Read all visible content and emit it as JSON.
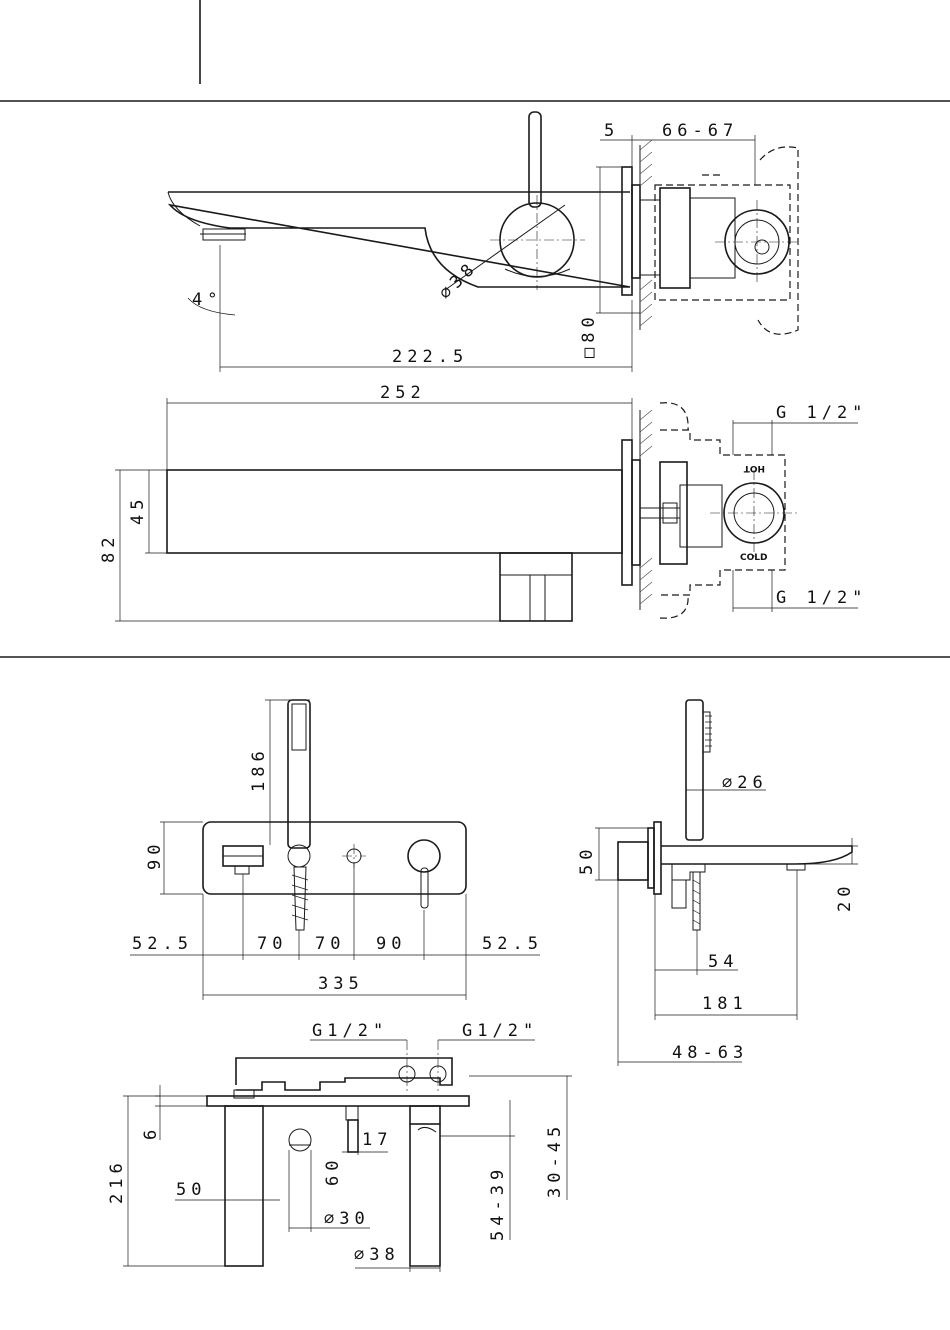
{
  "view_side": {
    "d_ret": "5",
    "d_body": "66-67",
    "d_handle": "∅38",
    "d_angle": "4°",
    "d_plate": "□80",
    "d_reach": "222.5"
  },
  "view_top": {
    "d_length": "252",
    "d_inlet_top": "G 1/2\"",
    "d_inlet_bottom": "G 1/2\"",
    "d_spout": "45",
    "d_total": "82",
    "label_hot": "HOT",
    "label_cold": "COLD"
  },
  "view_front": {
    "d_shower": "186",
    "d_height": "90",
    "d_a": "52.5",
    "d_b": "70",
    "d_c": "70",
    "d_d": "90",
    "d_e": "52.5",
    "d_width": "335"
  },
  "view_profile": {
    "d_head": "∅26",
    "d_plate": "50",
    "d_outlet": "20",
    "d_hose": "54",
    "d_spout": "181",
    "d_wall": "48-63"
  },
  "view_section": {
    "d_inlet_left": "G1/2\"",
    "d_inlet_right": "G1/2\"",
    "d_plate": "6",
    "d_depth": "216",
    "d_body": "50",
    "d_hose": "17",
    "d_hose_depth": "60",
    "d_pipe": "∅30",
    "d_cart": "∅38",
    "d_cart_depth": "54-39",
    "d_wall": "30-45"
  }
}
